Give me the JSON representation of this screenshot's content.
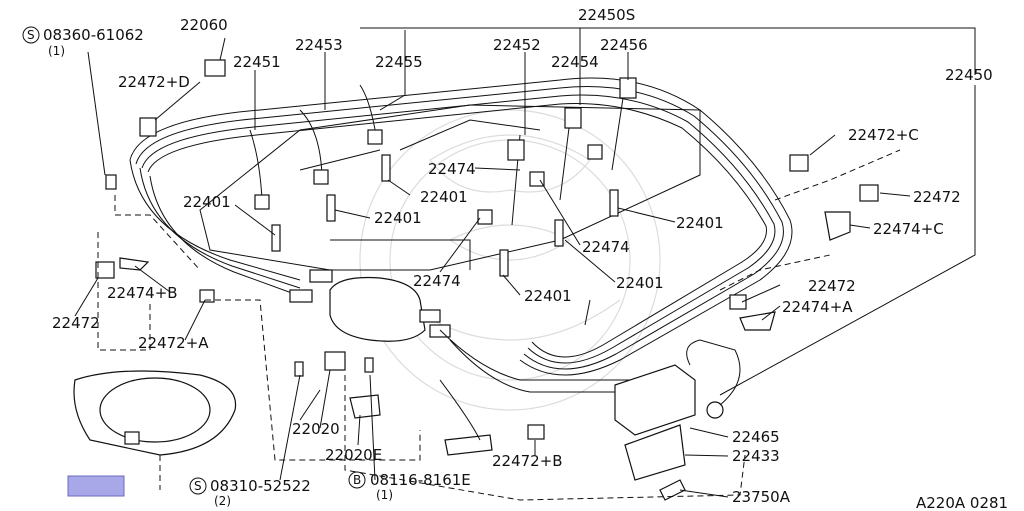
{
  "labels": {
    "p22450s": "22450S",
    "p22450": "22450",
    "p22451": "22451",
    "p22452": "22452",
    "p22453": "22453",
    "p22454": "22454",
    "p22455": "22455",
    "p22456": "22456",
    "p22060": "22060",
    "p22472d": "22472+D",
    "p22472c": "22472+C",
    "p22472_r1": "22472",
    "p22474c": "22474+C",
    "p22474_1": "22474",
    "p22474_2": "22474",
    "p22474_3": "22474",
    "p22401_1": "22401",
    "p22401_2": "22401",
    "p22401_3": "22401",
    "p22401_4": "22401",
    "p22401_5": "22401",
    "p22401_6": "22401",
    "p22474b": "22474+B",
    "p22472_l": "22472",
    "p22472a": "22472+A",
    "p22472_r2": "22472",
    "p22474a": "22474+A",
    "p22020": "22020",
    "p22020e": "22020E",
    "p22465": "22465",
    "p22433": "22433",
    "p22472b": "22472+B",
    "p23750a": "23750A",
    "bolt1_num": "08360-61062",
    "bolt1_qty": "(1)",
    "bolt2_num": "08310-52522",
    "bolt2_qty": "(2)",
    "bolt3_num": "08116-8161E",
    "bolt3_qty": "(1)",
    "circle_s": "S",
    "circle_b": "B",
    "catalog_code": "A220A 0281"
  },
  "highlight_color": "#a8a8e8"
}
